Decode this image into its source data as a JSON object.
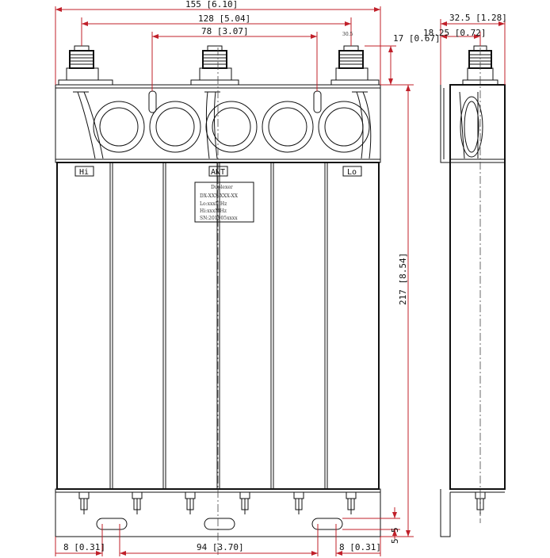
{
  "dimensions": {
    "overall_width": "155 [6.10]",
    "connector_span": "128 [5.04]",
    "inner_connector_span": "78 [3.07]",
    "small_note": "30.5",
    "connector_height": "17 [0.67]",
    "side_depth": "32.5 [1.28]",
    "side_connector_offset": "18.25 [0.72]",
    "body_height": "217 [8.54]",
    "left_slot_offset": "8 [0.31]",
    "slot_span": "94 [3.70]",
    "right_slot_offset": "8 [0.31]",
    "slot_height_1": "5",
    "slot_height_2": "5"
  },
  "ports": {
    "left": "Hi",
    "center": "ANT",
    "right": "Lo"
  },
  "nameplate": {
    "title": "Duplexer",
    "model": "DX-XXX-XXX-XX",
    "lo": "Lo:xxxMHz",
    "hi": "Hi:xxxMHz",
    "serial": "SN:201905xxxx"
  }
}
